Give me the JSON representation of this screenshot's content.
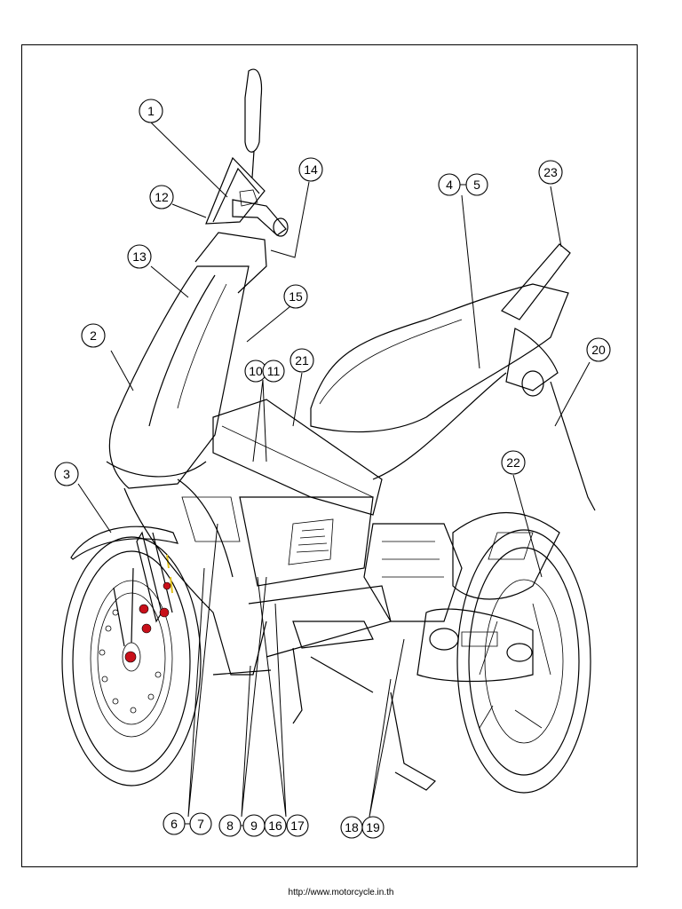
{
  "footer": {
    "url": "http://www.motorcycle.in.th"
  },
  "callouts": [
    {
      "id": "c1",
      "labels": [
        "1"
      ]
    },
    {
      "id": "c2",
      "labels": [
        "2"
      ]
    },
    {
      "id": "c3",
      "labels": [
        "3"
      ]
    },
    {
      "id": "c4-5",
      "labels": [
        "4",
        "5"
      ]
    },
    {
      "id": "c6-7",
      "labels": [
        "6",
        "7"
      ]
    },
    {
      "id": "c8-9",
      "labels": [
        "8",
        "9"
      ]
    },
    {
      "id": "c10-11",
      "labels": [
        "10",
        "11"
      ]
    },
    {
      "id": "c12",
      "labels": [
        "12"
      ]
    },
    {
      "id": "c13",
      "labels": [
        "13"
      ]
    },
    {
      "id": "c14",
      "labels": [
        "14"
      ]
    },
    {
      "id": "c15",
      "labels": [
        "15"
      ]
    },
    {
      "id": "c16-17",
      "labels": [
        "16",
        "17"
      ]
    },
    {
      "id": "c18-19",
      "labels": [
        "18",
        "19"
      ]
    },
    {
      "id": "c20",
      "labels": [
        "20"
      ]
    },
    {
      "id": "c21",
      "labels": [
        "21"
      ]
    },
    {
      "id": "c22",
      "labels": [
        "22"
      ]
    },
    {
      "id": "c23",
      "labels": [
        "23"
      ]
    }
  ],
  "colors": {
    "line": "#000000",
    "highlight_red": "#c8101a",
    "highlight_yellow": "#e3c21a"
  }
}
